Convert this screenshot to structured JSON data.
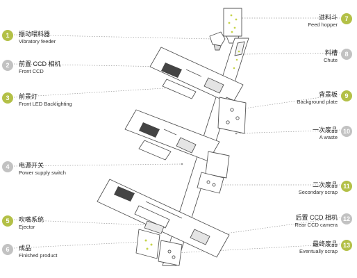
{
  "colors": {
    "badge_gray": "#c2c2c2",
    "badge_olive": "#b3c047",
    "machine_line": "#555555",
    "leader_line": "#999999",
    "dot_accent": "#c6d44a",
    "camera_dark": "#444444"
  },
  "labels": [
    {
      "num": "1",
      "zh": "振动喂料器",
      "en": "Vibratory feeder",
      "side": "left",
      "tone": "olive"
    },
    {
      "num": "2",
      "zh": "前置 CCD 相机",
      "en": "Front CCD",
      "side": "left",
      "tone": "gray"
    },
    {
      "num": "3",
      "zh": "前景灯",
      "en": "Front LED Backlighting",
      "side": "left",
      "tone": "olive"
    },
    {
      "num": "4",
      "zh": "电源开关",
      "en": "Power supply switch",
      "side": "left",
      "tone": "gray"
    },
    {
      "num": "5",
      "zh": "吹嘴系统",
      "en": "Ejector",
      "side": "left",
      "tone": "olive"
    },
    {
      "num": "6",
      "zh": "成品",
      "en": "Finished product",
      "side": "left",
      "tone": "gray"
    },
    {
      "num": "7",
      "zh": "进料斗",
      "en": "Feed hopper",
      "side": "right",
      "tone": "olive"
    },
    {
      "num": "8",
      "zh": "料槽",
      "en": "Chute",
      "side": "right",
      "tone": "gray"
    },
    {
      "num": "9",
      "zh": "背景板",
      "en": "Background plate",
      "side": "right",
      "tone": "olive"
    },
    {
      "num": "10",
      "zh": "一次废品",
      "en": "A waste",
      "side": "right",
      "tone": "gray"
    },
    {
      "num": "11",
      "zh": "二次废品",
      "en": "Secondary scrap",
      "side": "right",
      "tone": "olive"
    },
    {
      "num": "12",
      "zh": "后置 CCD 相机",
      "en": "Rear CCD camera",
      "side": "right",
      "tone": "gray"
    },
    {
      "num": "13",
      "zh": "最终废品",
      "en": "Eventually scrap",
      "side": "right",
      "tone": "olive"
    }
  ]
}
